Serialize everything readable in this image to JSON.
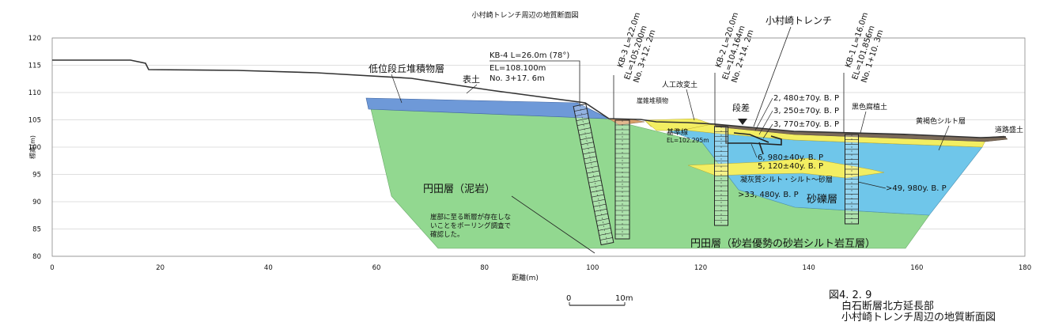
{
  "title": "小村崎トレンチ周辺の地質断面図",
  "axes": {
    "ylabel": "標高(m)",
    "xlabel": "距離(m)",
    "y_ticks": [
      "120",
      "115",
      "110",
      "105",
      "100",
      "95",
      "90",
      "85",
      "80"
    ],
    "x_ticks": [
      "0",
      "20",
      "40",
      "60",
      "80",
      "100",
      "120",
      "140",
      "160",
      "180"
    ]
  },
  "layers": {
    "lowland_terrace": "低位段丘堆積物層",
    "topsoil": "表土",
    "artificial_fill": "人工改変土",
    "talus": "崖錐堆積物",
    "marker_bed": "基準線",
    "marker_el": "EL=102.295m",
    "black_humus": "黒色腐植土",
    "yellow_brown_silt": "黄褐色シルト層",
    "road_fill": "道路盛土",
    "tuff_silt": "凝灰質シルト・シルト～砂層",
    "gravel": "砂礫層",
    "enden_mudstone": "円田層（泥岩）",
    "enden_alternation": "円田層（砂岩優勢の砂岩シルト岩互層）",
    "step": "段差"
  },
  "boreholes": [
    {
      "name": "KB-4 L=26.0m (78°)",
      "el": "EL=108.100m",
      "no": "No. 3+17. 6m"
    },
    {
      "name": "KB-3 L=22.0m",
      "el": "EL=105.200m",
      "no": "No. 3+12. 2m"
    },
    {
      "name": "KB-2 L=20.0m",
      "el": "EL=104.164m",
      "no": "No. 2+14. 2m"
    },
    {
      "name": "KB-1 L=16.0m",
      "el": "EL=101.856m",
      "no": "No. 1+10. 3m"
    }
  ],
  "trench_label": "小村崎トレンチ",
  "ages": [
    "2, 480±70y. B. P",
    "3, 250±70y. B. P",
    "3, 770±70y. B. P",
    "6, 980±40y. B. P",
    "5, 120±40y. B. P",
    ">33, 480y. B. P",
    ">49, 980y. B. P"
  ],
  "note": [
    "崖部に至る断層が存在しな",
    "いことをボーリング調査で",
    "確認した。"
  ],
  "scale": {
    "start": "0",
    "end": "10m"
  },
  "figure": {
    "number": "図4. 2. 9",
    "line1": "白石断層北方延長部",
    "line2": "小村崎トレンチ周辺の地質断面図"
  },
  "colors": {
    "mudstone": "#92d890",
    "sand_silt": "#7ed77e",
    "gravel_blue": "#6fc6ea",
    "yellow": "#f3ee62",
    "terrace_blue": "#6e99d8",
    "brown": "#8b6a4f",
    "grid": "#9a9a9a"
  }
}
